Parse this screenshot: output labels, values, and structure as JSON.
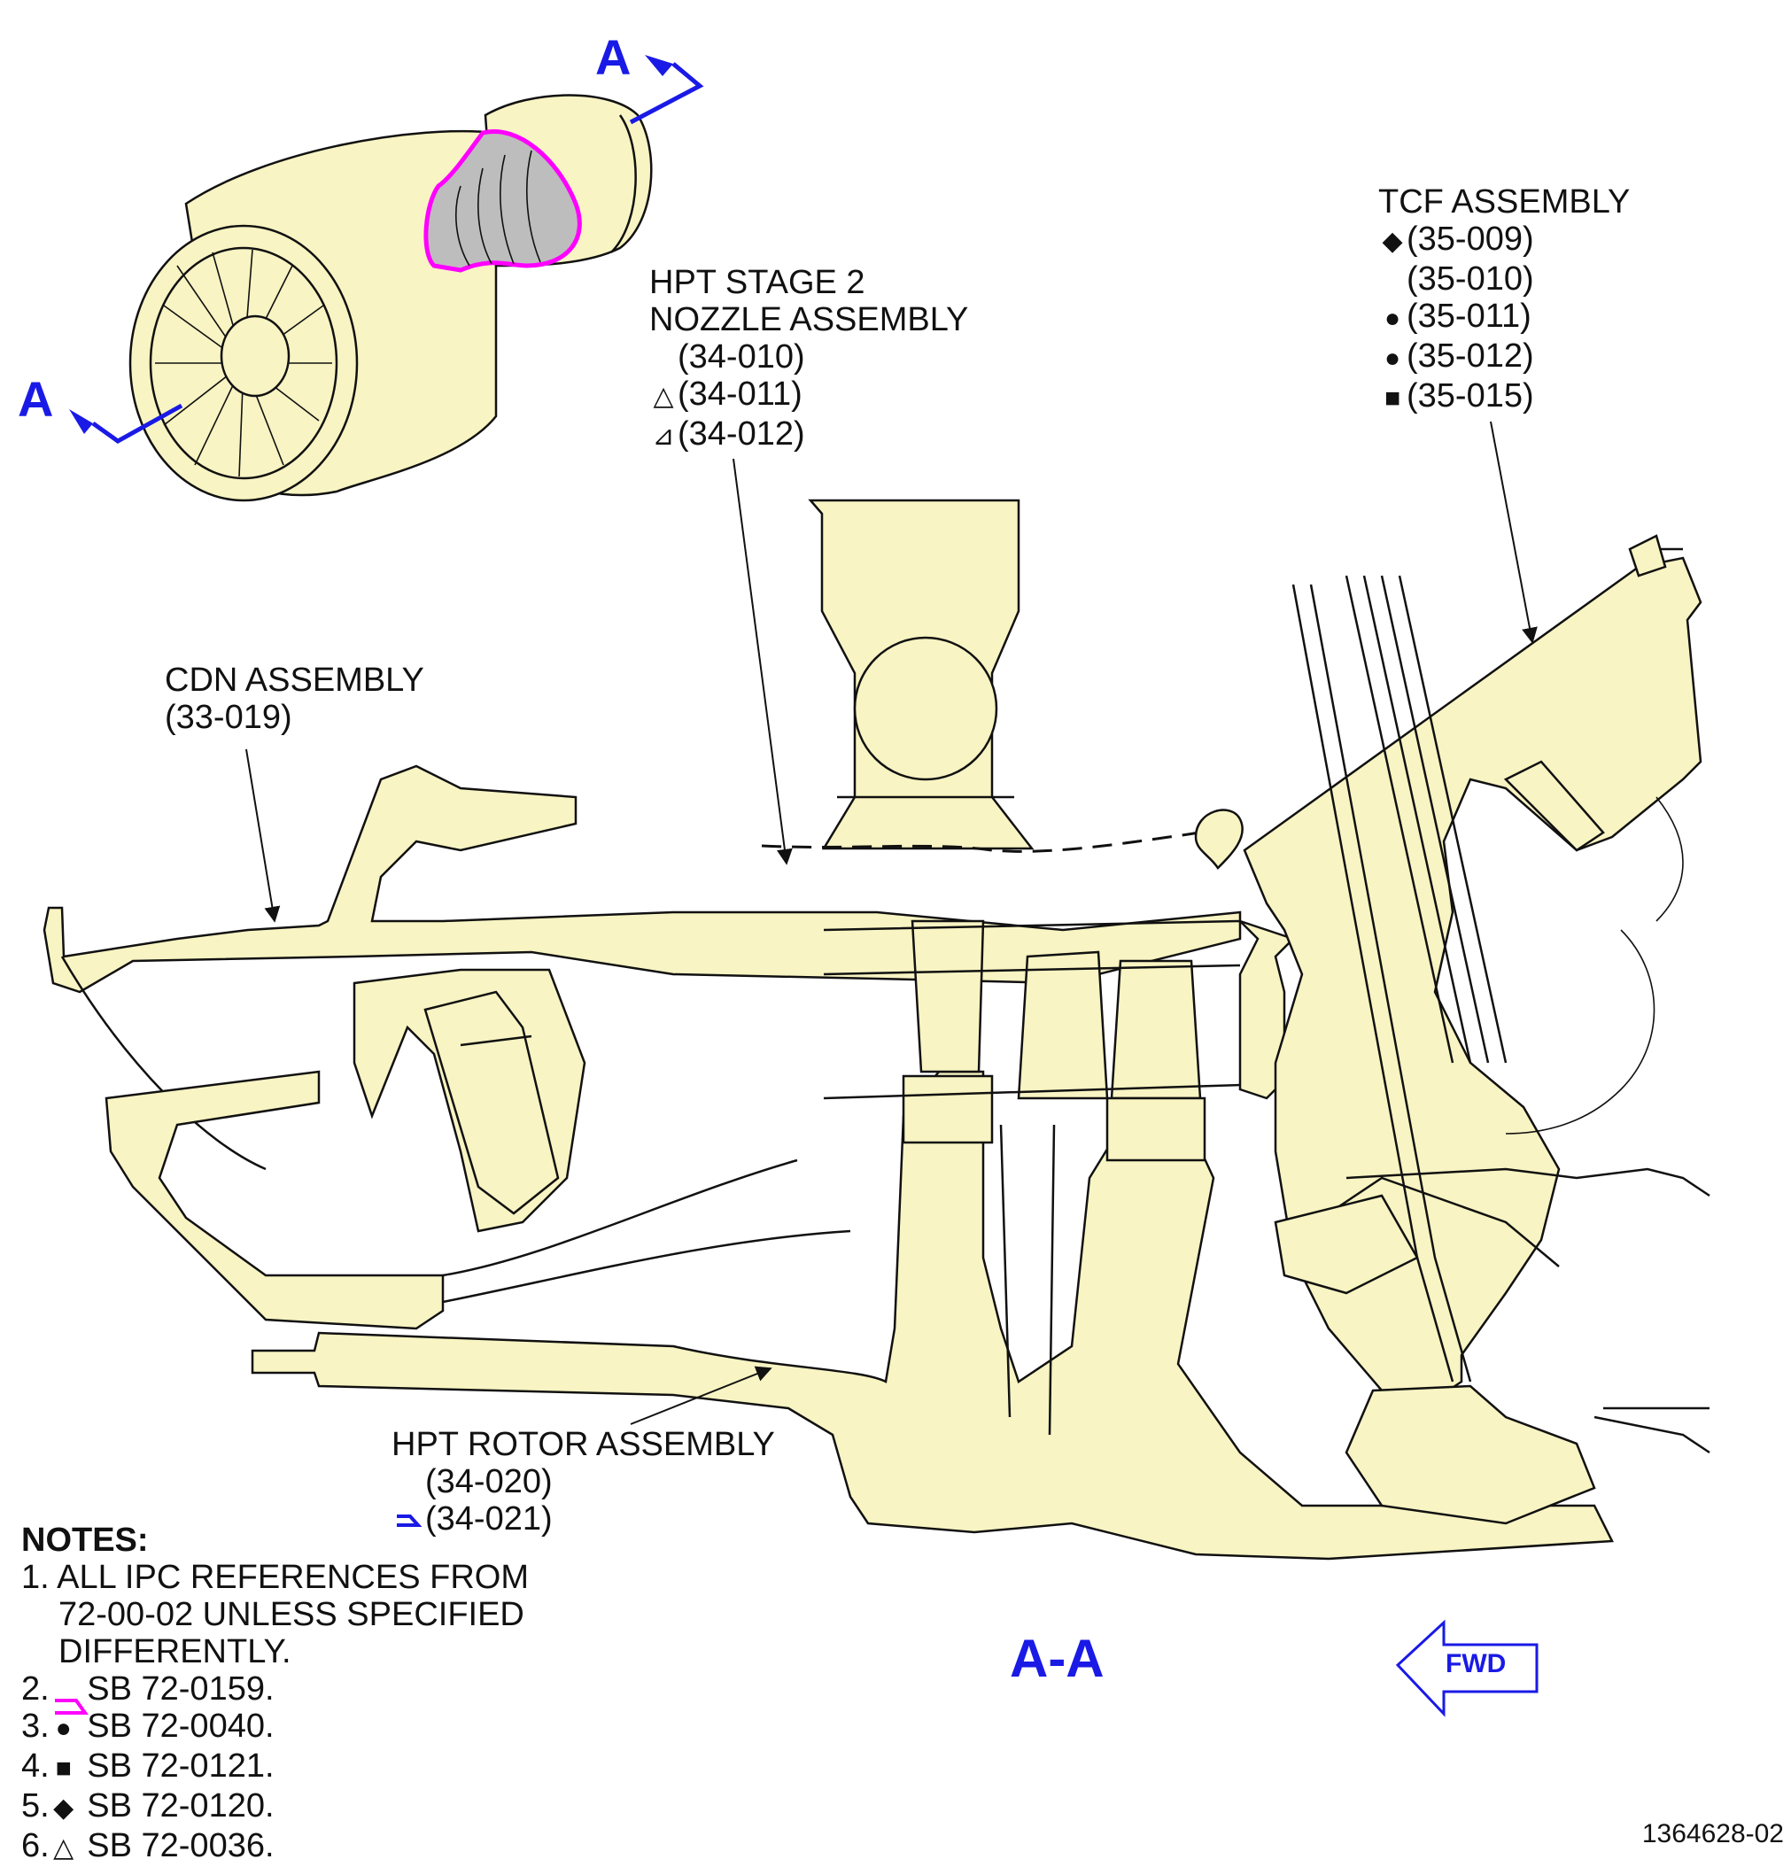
{
  "view_markers": {
    "top": "A",
    "bottom": "A",
    "section": "A-A"
  },
  "fwd_label": "FWD",
  "figure_number": "1364628-02",
  "callouts": {
    "tcf": {
      "title": "TCF ASSEMBLY",
      "refs": [
        {
          "symbol": "◆",
          "ref": "(35-009)"
        },
        {
          "symbol": "",
          "ref": "(35-010)"
        },
        {
          "symbol": "●",
          "ref": "(35-011)"
        },
        {
          "symbol": "●",
          "ref": "(35-012)"
        },
        {
          "symbol": "■",
          "ref": "(35-015)"
        }
      ]
    },
    "hpt_nozzle": {
      "title_line1": "HPT STAGE 2",
      "title_line2": "NOZZLE ASSEMBLY",
      "refs": [
        {
          "symbol": "",
          "ref": "(34-010)"
        },
        {
          "symbol": "△",
          "ref": "(34-011)"
        },
        {
          "symbol": "⊿",
          "ref": "(34-012)"
        }
      ]
    },
    "cdn": {
      "title": "CDN ASSEMBLY",
      "ref": "(33-019)"
    },
    "hpt_rotor": {
      "title": "HPT ROTOR ASSEMBLY",
      "refs": [
        {
          "symbol": "",
          "ref": "(34-020)"
        },
        {
          "symbol": "blue-corner",
          "ref": "(34-021)"
        }
      ]
    }
  },
  "notes": {
    "heading": "NOTES:",
    "items": [
      {
        "num": "1.",
        "symbol": "",
        "lines": [
          "ALL IPC REFERENCES FROM",
          "72-00-02 UNLESS SPECIFIED",
          "DIFFERENTLY."
        ]
      },
      {
        "num": "2.",
        "symbol": "magenta-corner",
        "lines": [
          "SB 72-0159."
        ]
      },
      {
        "num": "3.",
        "symbol": "●",
        "lines": [
          "SB 72-0040."
        ]
      },
      {
        "num": "4.",
        "symbol": "■",
        "lines": [
          "SB 72-0121."
        ]
      },
      {
        "num": "5.",
        "symbol": "◆",
        "lines": [
          "SB 72-0120."
        ]
      },
      {
        "num": "6.",
        "symbol": "△",
        "lines": [
          "SB 72-0036."
        ]
      }
    ]
  },
  "colors": {
    "part_fill": "#f8f4c3",
    "line": "#111111",
    "view_arrow": "#1a1ae6",
    "highlight": "#ff00ff",
    "core_gray": "#bdbdbd"
  }
}
